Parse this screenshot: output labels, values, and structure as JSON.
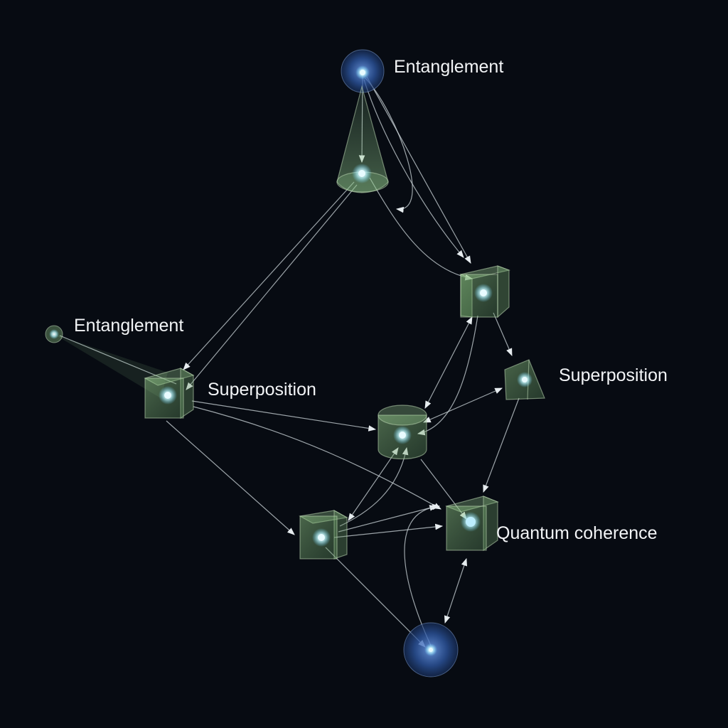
{
  "labels": {
    "entanglement_top": "Entanglement",
    "entanglement_left": "Entanglement",
    "superposition_left": "Superposition",
    "superposition_right": "Superposition",
    "quantum_coherence": "Quantum coherence"
  },
  "nodes": {
    "entanglement_top": "sphere",
    "cone_top": "cone",
    "cube_upper_right": "cube",
    "entanglement_left": "point",
    "cube_left": "cube",
    "pyramid_right": "pyramid",
    "cylinder_center": "cylinder",
    "cube_lower_left": "cube",
    "cube_quantum_coherence": "cube",
    "sphere_bottom": "sphere"
  },
  "colors": {
    "background": "#070b12",
    "sphere": "#4a78c8",
    "solid": "#8fc68a",
    "edge": "#cfd8dc",
    "core": "#e8fbff",
    "text": "#f2f4f6"
  }
}
